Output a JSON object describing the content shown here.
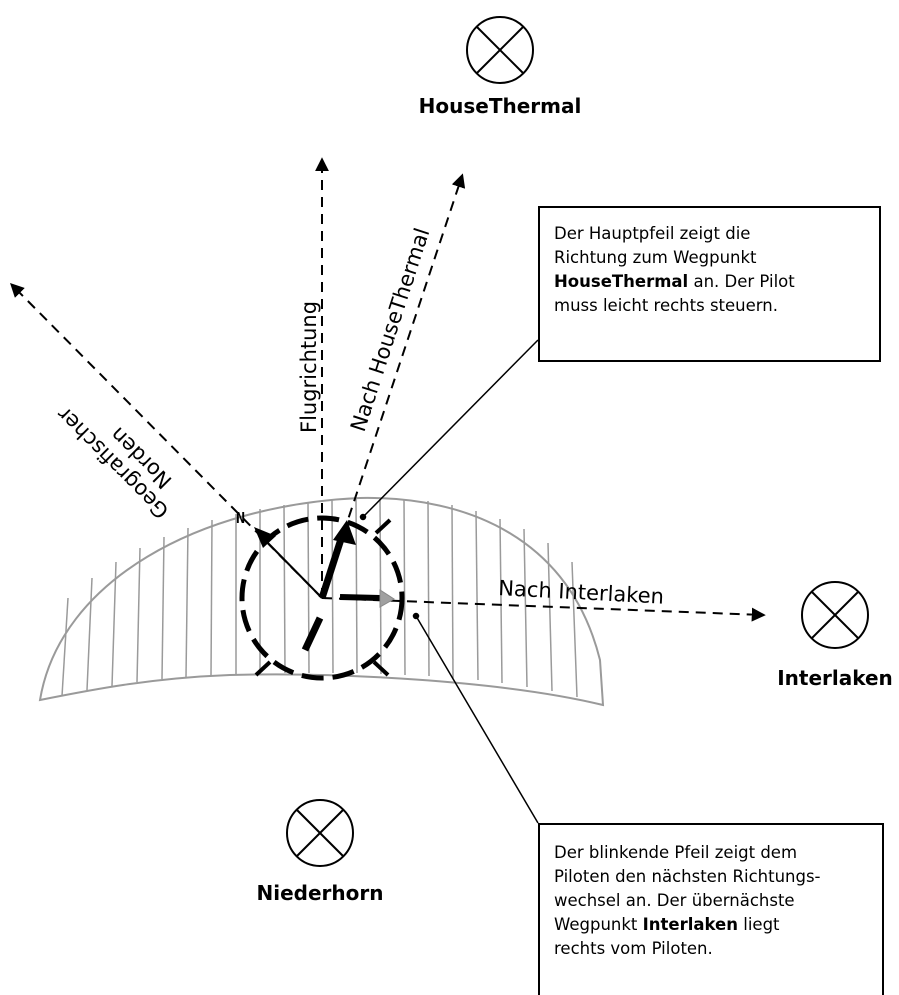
{
  "waypoints": {
    "house_thermal": "HouseThermal",
    "interlaken": "Interlaken",
    "niederhorn": "Niederhorn"
  },
  "directions": {
    "flight": "Flugrichtung",
    "to_house_thermal": "Nach HouseThermal",
    "to_interlaken": "Nach Interlaken",
    "north_line1": "Geografischer",
    "north_line2": "Norden",
    "north_marker": "N"
  },
  "callout_main": {
    "line1": "Der Hauptpfeil zeigt die",
    "line2": "Richtung zum Wegpunkt",
    "line3_bold": "HouseThermal",
    "line3_rest": " an. Der Pilot",
    "line4": "muss leicht rechts steuern."
  },
  "callout_blink": {
    "line1": "Der blinkende Pfeil zeigt dem",
    "line2": "Piloten den nächsten Richtungs-",
    "line3": "wechsel an. Der übernächste",
    "line4_start": "Wegpunkt ",
    "line4_bold": "Interlaken",
    "line4_rest": " liegt",
    "line5": "rechts vom Piloten."
  },
  "colors": {
    "line": "#000000",
    "wing_outline": "#9a9a9a",
    "blink_arrow_head": "#a0a0a0"
  }
}
